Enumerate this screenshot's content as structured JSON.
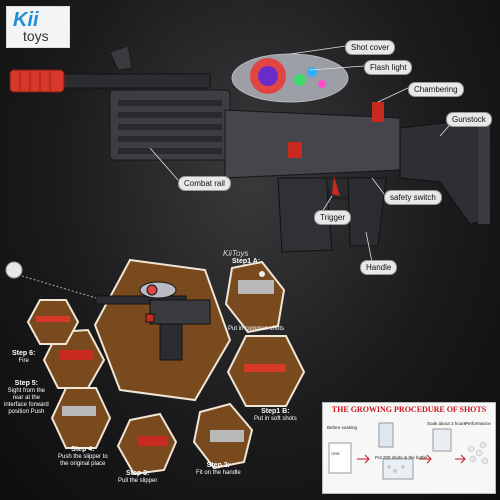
{
  "brand": {
    "kii": "Kii",
    "toys": "toys",
    "watermark": "KiiToys"
  },
  "callouts": {
    "shot_cover": "Shot cover",
    "flash_light": "Flash light",
    "chambering": "Chambering",
    "gunstock": "Gunstock",
    "combat_rail": "Combat rail",
    "safety_switch": "safety switch",
    "trigger": "Trigger",
    "handle": "Handle"
  },
  "steps": {
    "s1a_title": "Step1 A:",
    "s1a_text": "Put in common shots",
    "s1b_title": "Step1 B:",
    "s1b_text": "Put in soft shots",
    "s2_title": "Step 2:",
    "s2_text": "Fit on the handle",
    "s3_title": "Step 3:",
    "s3_text": "Pull the slipper",
    "s4_title": "Step 4:",
    "s4_text1": "Push the slipper to",
    "s4_text2": "the original place",
    "s5_title": "Step 5:",
    "s5_text1": "Sight from the",
    "s5_text2": "rear at the",
    "s5_text3": "interface forward",
    "s5_text4": "position Push",
    "s6_title": "Step 6:",
    "s6_text": "Fire"
  },
  "procedure": {
    "title": "THE GROWING PROCEDURE OF SHOTS",
    "before": "Before soaking",
    "soak": "Soak about 3 hours",
    "perf": "Performance",
    "note": "Put 200 shots in the bottle"
  },
  "colors": {
    "hex_fill": "#7a4a1f",
    "hex_border": "#f0e6d6",
    "muzzle": "#d8382a",
    "brand_blue": "#1e8fd6"
  }
}
